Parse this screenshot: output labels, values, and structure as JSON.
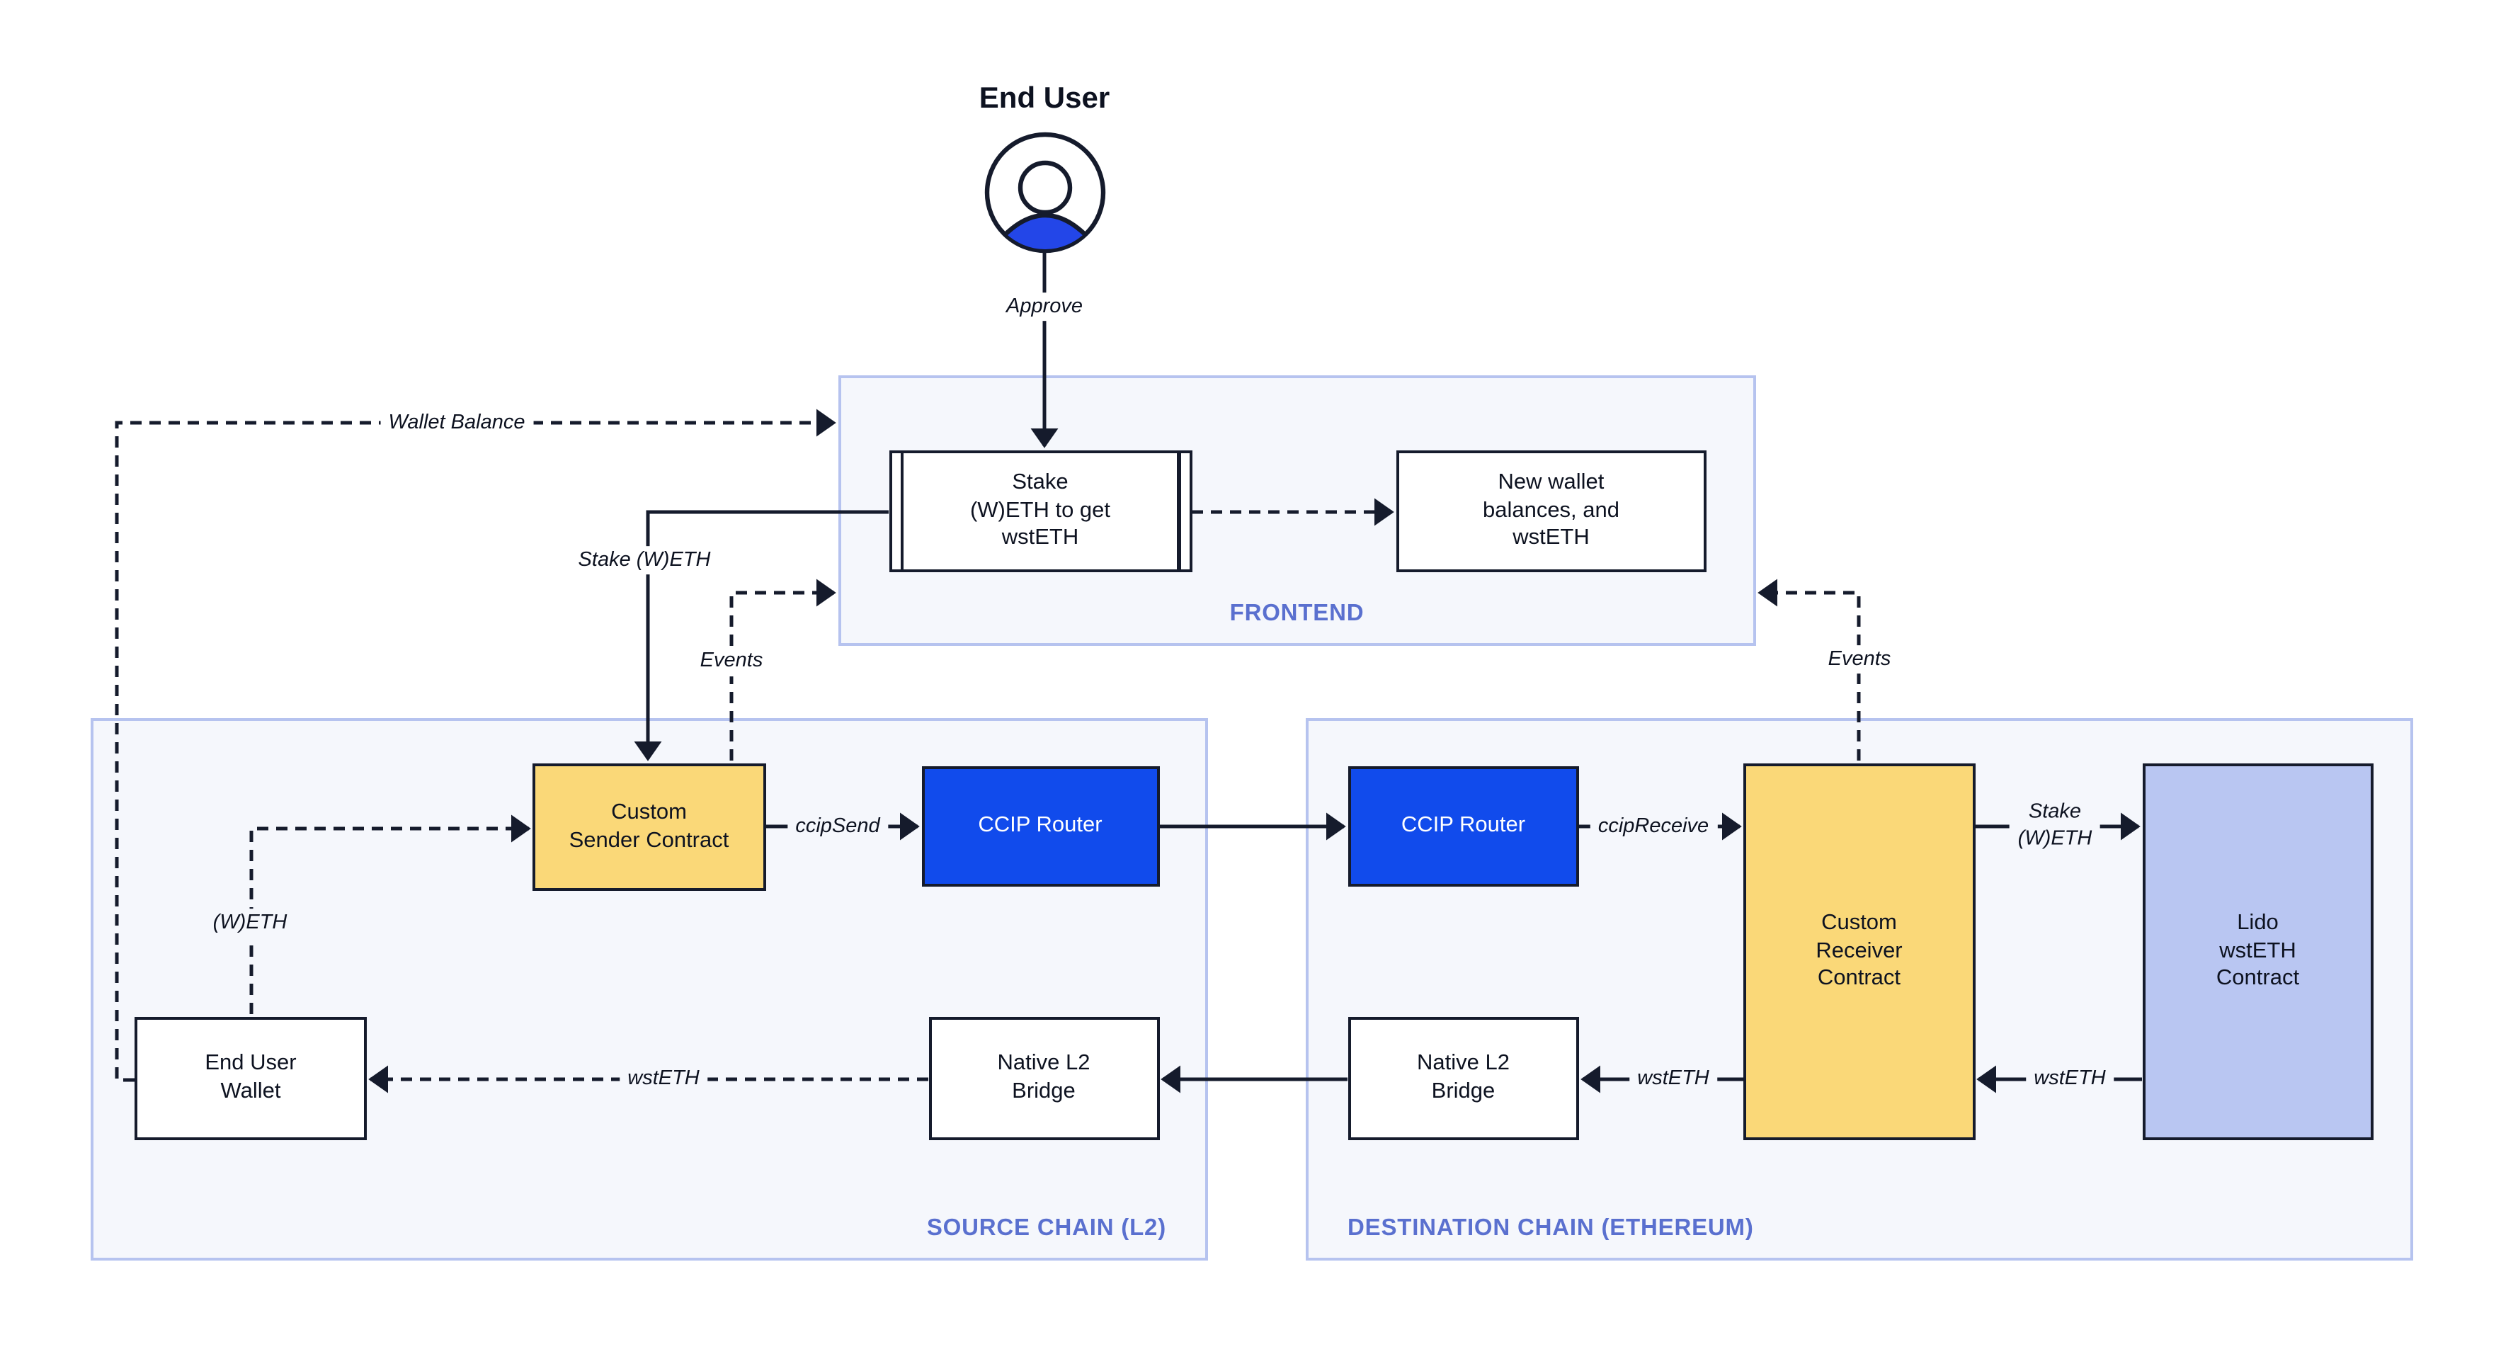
{
  "colors": {
    "stroke": "#151B2C",
    "text": "#0D1220",
    "router_blue": "#114BEC",
    "contract_yellow": "#FAD878",
    "lido_lavender": "#B9C6F2",
    "container_fill": "#F5F7FC",
    "container_border": "#B6C3EF",
    "container_label": "#5A70CF",
    "person_blue": "#2346E8"
  },
  "actor": {
    "label": "End User"
  },
  "containers": {
    "frontend": {
      "label": "FRONTEND"
    },
    "source": {
      "label": "SOURCE CHAIN (L2)"
    },
    "destination": {
      "label": "DESTINATION CHAIN (ETHEREUM)"
    }
  },
  "nodes": {
    "stake_action": {
      "label": "Stake\n(W)ETH to get\nwstETH"
    },
    "new_wallet": {
      "label": "New wallet\nbalances, and\nwstETH"
    },
    "custom_sender": {
      "label": "Custom\nSender Contract"
    },
    "ccip_router_source": {
      "label": "CCIP Router"
    },
    "ccip_router_destination": {
      "label": "CCIP Router"
    },
    "end_user_wallet": {
      "label": "End User\nWallet"
    },
    "native_bridge_source": {
      "label": "Native L2\nBridge"
    },
    "native_bridge_destination": {
      "label": "Native L2\nBridge"
    },
    "custom_receiver": {
      "label": "Custom\nReceiver\nContract"
    },
    "lido_contract": {
      "label": "Lido\nwstETH\nContract"
    }
  },
  "edge_labels": {
    "approve": "Approve",
    "wallet_balance": "Wallet Balance",
    "stake_weth": "Stake (W)ETH",
    "events_source": "Events",
    "events_destination": "Events",
    "ccip_send": "ccipSend",
    "ccip_receive": "ccipReceive",
    "weth": "(W)ETH",
    "wsteth_to_wallet": "wstETH",
    "wsteth_to_bridge": "wstETH",
    "wsteth_from_lido": "wstETH",
    "stake_weth_destination": "Stake\n(W)ETH"
  }
}
